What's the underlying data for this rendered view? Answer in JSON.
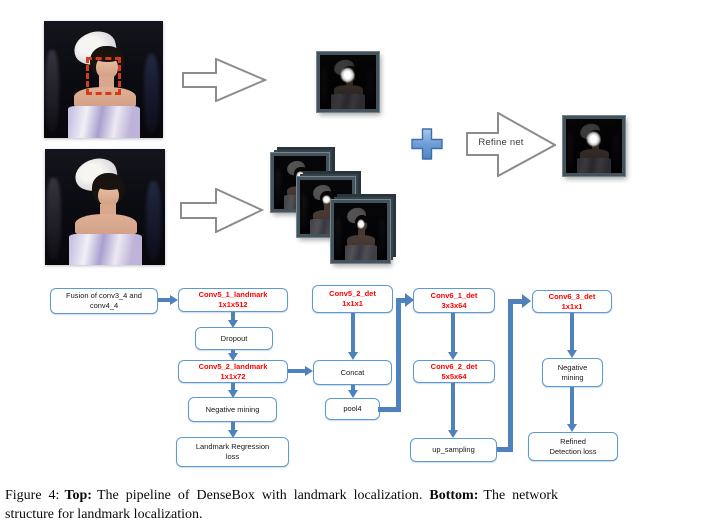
{
  "colors": {
    "flow_arrow_blue": "#4f81bd",
    "box_border_blue": "#5b9bd5",
    "red_label": "#ff0000",
    "black_label": "#171717",
    "hollow_arrow_gray": "#8c8c8c",
    "plus_fill_top": "#a9c9eb",
    "plus_fill_bottom": "#4f86c6",
    "plus_border": "#3f6ea5",
    "heatmap_frame": "#44535c",
    "detection_box_red": "#d63a1a"
  },
  "pipeline": {
    "refine_net_label": "Refine net"
  },
  "flowchart": {
    "boxes": [
      {
        "id": "fusion",
        "line1": "Fusion of conv3_4 and",
        "line2": "conv4_4",
        "tone": "black"
      },
      {
        "id": "conv5_1_landmark",
        "line1": "Conv5_1_landmark",
        "line2": "1x1x512",
        "tone": "red"
      },
      {
        "id": "dropout",
        "line1": "Dropout",
        "tone": "black"
      },
      {
        "id": "conv5_2_landmark",
        "line1": "Conv5_2_landmark",
        "line2": "1x1x72",
        "tone": "red"
      },
      {
        "id": "negative_mining",
        "line1": "Negative mining",
        "tone": "black"
      },
      {
        "id": "landmark_regression_loss",
        "line1": "Landmark Regression",
        "line2": "loss",
        "tone": "black"
      },
      {
        "id": "conv5_2_det",
        "line1": "Conv5_2_det",
        "line2": "1x1x1",
        "tone": "red"
      },
      {
        "id": "concat",
        "line1": "Concat",
        "tone": "black"
      },
      {
        "id": "pool4",
        "line1": "pool4",
        "tone": "black"
      },
      {
        "id": "conv6_1_det",
        "line1": "Conv6_1_det",
        "line2": "3x3x64",
        "tone": "red"
      },
      {
        "id": "conv6_2_det",
        "line1": "Conv6_2_det",
        "line2": "5x5x64",
        "tone": "red"
      },
      {
        "id": "up_sampling",
        "line1": "up_sampling",
        "tone": "black"
      },
      {
        "id": "conv6_3_det",
        "line1": "Conv6_3_det",
        "line2": "1x1x1",
        "tone": "red"
      },
      {
        "id": "negative_mining_2",
        "line1": "Negative",
        "line2": "mining",
        "tone": "black"
      },
      {
        "id": "refined_detection_loss",
        "line1": "Refined",
        "line2": "Detection loss",
        "tone": "black"
      }
    ]
  },
  "caption": {
    "figure_label": "Figure 4:",
    "top_label": "Top:",
    "top_text": "The pipeline of DenseBox with landmark localization.",
    "bottom_label": "Bottom:",
    "bottom_text_start": "The network",
    "bottom_text_end": "structure for landmark localization."
  }
}
